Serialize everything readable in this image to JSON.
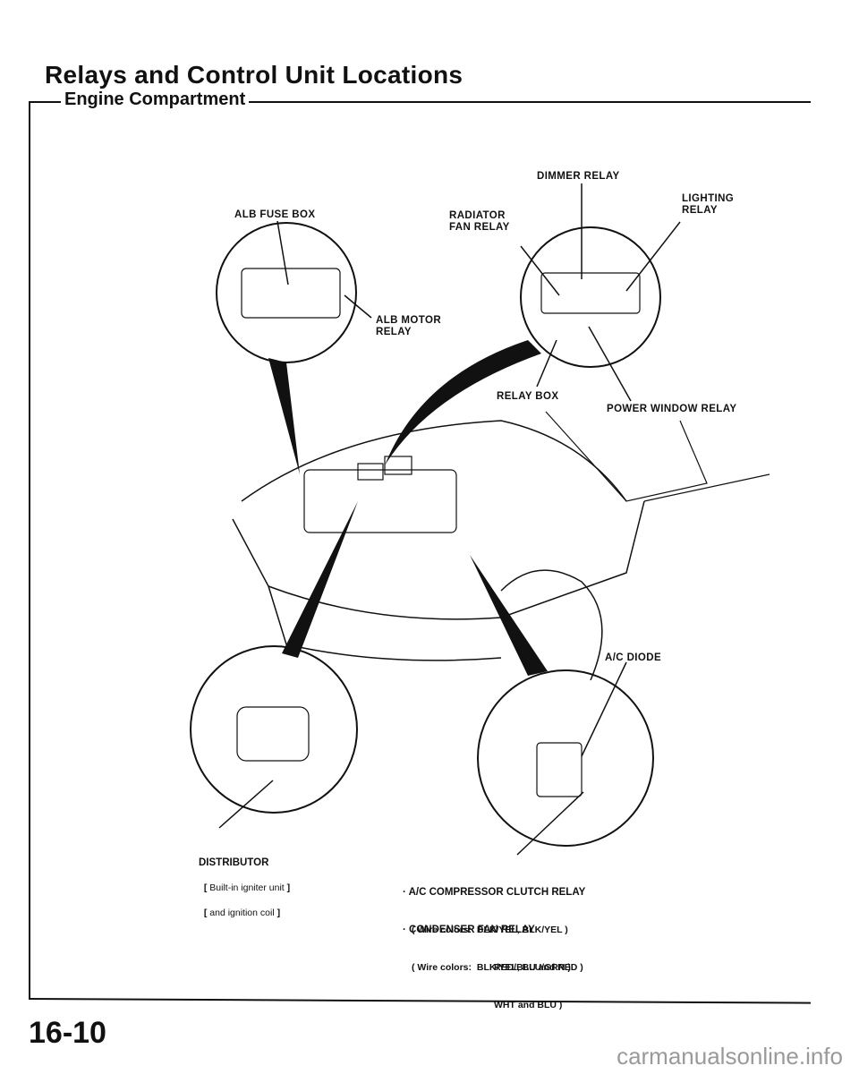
{
  "page": {
    "title": "Relays and Control Unit Locations",
    "section": "Engine Compartment",
    "page_number": "16-10",
    "watermark": "carmanualsonline.info"
  },
  "labels": {
    "alb_fuse_box": "ALB FUSE BOX",
    "alb_motor_relay": "ALB MOTOR\nRELAY",
    "dimmer_relay": "DIMMER RELAY",
    "radiator_fan_relay": "RADIATOR\nFAN RELAY",
    "lighting_relay": "LIGHTING\nRELAY",
    "relay_box": "RELAY BOX",
    "power_window_relay": "POWER WINDOW RELAY",
    "ac_diode": "A/C DIODE",
    "distributor": "DISTRIBUTOR",
    "distributor_note_1": "Built-in igniter unit",
    "distributor_note_2": "and ignition coil"
  },
  "relay_notes": [
    {
      "name": "· A/C COMPRESSOR CLUTCH RELAY",
      "wire_label": "Wire colors:",
      "wire_line_1": "BLK/YEL, BLK/YEL",
      "wire_line_2": "RED/BLU and RED"
    },
    {
      "name": "· CONDENSER FAN RELAY",
      "wire_label": "Wire colors:",
      "wire_line_1": "BLK/YEL, BLU/GRN",
      "wire_line_2": "WHT and BLU"
    }
  ]
}
